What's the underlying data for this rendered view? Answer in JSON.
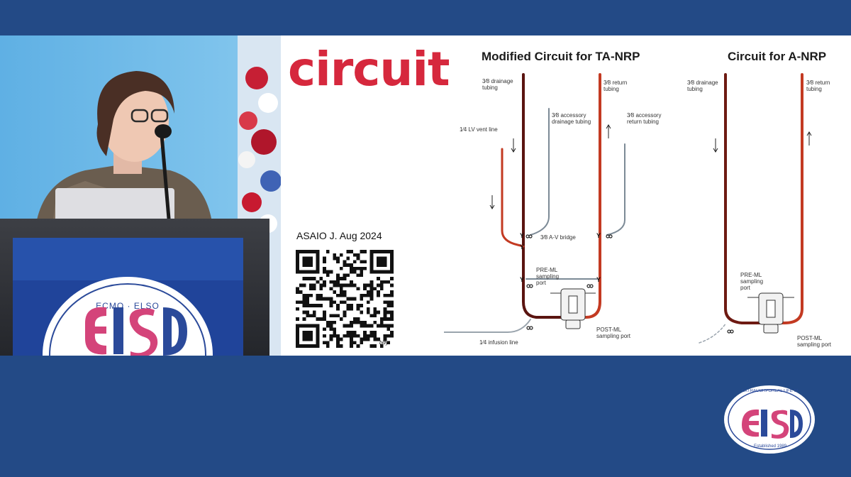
{
  "slide": {
    "title_word": "circuit",
    "citation": "ASAIO J. Aug 2024",
    "qr_caption": "bitly",
    "left_diagram": {
      "title": "Modified Circuit for TA-NRP",
      "labels": {
        "drainage_tubing": "3⁄8 drainage\ntubing",
        "return_tubing": "3⁄8 return\ntubing",
        "accessory_drainage": "3⁄8 accessory\ndrainage  tubing",
        "accessory_return": "3⁄8 accessory\nreturn tubing",
        "lv_vent": "1⁄4 LV vent line",
        "av_bridge": "3⁄8 A-V bridge",
        "pre_ml": "PRE-ML\nsampling\nport",
        "post_ml": "POST-ML\nsampling port",
        "infusion": "1⁄4 infusion line"
      }
    },
    "right_diagram": {
      "title": "Circuit for A-NRP",
      "labels": {
        "drainage_tubing": "3⁄8 drainage\ntubing",
        "return_tubing": "3⁄8 return\ntubing",
        "pre_ml": "PRE-ML\nsampling\nport",
        "post_ml": "POST-ML\nsampling port"
      }
    }
  },
  "logo": {
    "org": "EXTRACORPOREAL LIFE SUPPORT ORGANIZATION",
    "letters": "ELSO",
    "established": "Established 1989"
  },
  "colors": {
    "background": "#234a86",
    "accent_red": "#d6283d",
    "tube_red": "#c33a22",
    "tube_dark": "#6e1a12",
    "logo_blue": "#2b4a9a",
    "logo_pink": "#d4447a"
  },
  "icons": [
    "speaker-photo",
    "microphone-icon",
    "podium-logo",
    "qr-code",
    "clamp-icon",
    "oxygenator-icon",
    "elso-logo"
  ]
}
